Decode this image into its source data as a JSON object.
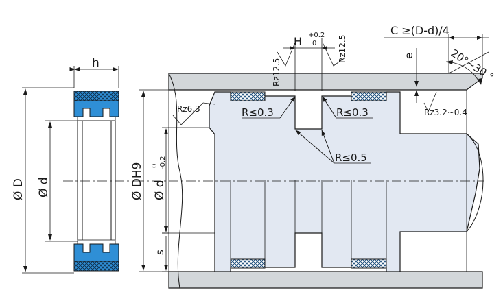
{
  "colors": {
    "seal_blue": "#2f8fd6",
    "seal_ring_cross": "#1b4c7a",
    "housing_grey": "#d3d7da",
    "rod_light": "#e2e8f2",
    "line": "#1a1a1a",
    "background": "#ffffff"
  },
  "section_view": {
    "width_label": "h",
    "outer_diameter_label": "Ø D",
    "inner_diameter_label": "Ø d"
  },
  "installation_view": {
    "groove_width_label": "H",
    "groove_width_tol_upper": "+0.2",
    "groove_width_tol_lower": "0",
    "roughness_left_label": "Rz12.5",
    "roughness_right_label": "Rz12.5",
    "chamfer_label": "C ≥(D-d)/4",
    "chamfer_angle_label": "20°~30 °",
    "e_label": "e",
    "roughness_chamfer_label": "Rz3.2~0.4",
    "roughness_bore_label": "Rz6.3",
    "radius_left_label": "R≤0.3",
    "radius_right_label": "R≤0.3",
    "radius_center_label": "R≤0.5",
    "bore_diameter_label": "Ø DH9",
    "rod_diameter_label": "Ø d",
    "rod_tol_upper": "0",
    "rod_tol_lower": "-0.2",
    "s_label": "s"
  }
}
